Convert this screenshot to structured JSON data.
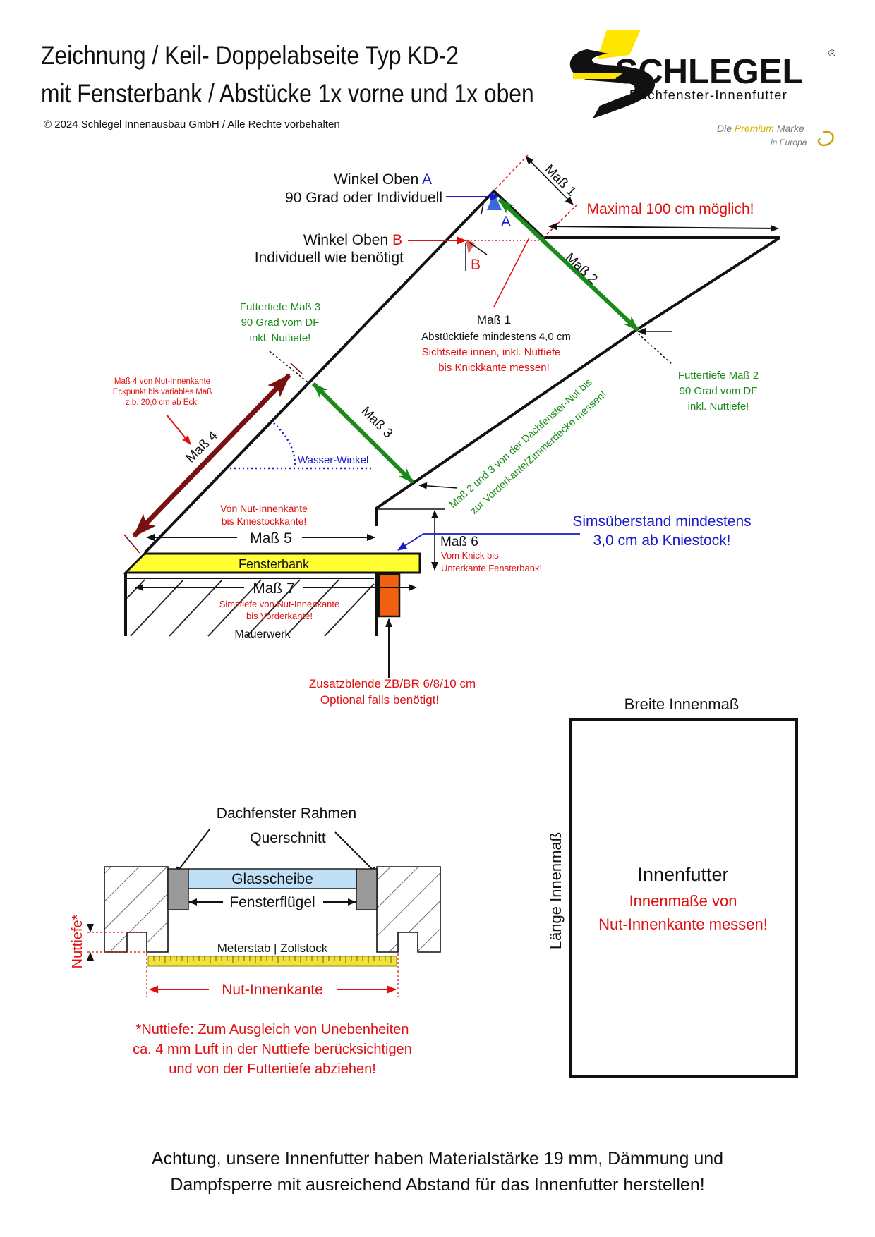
{
  "header": {
    "title_line1": "Zeichnung / Keil- Doppelabseite Typ KD-2",
    "title_line2": "mit Fensterbank / Abstücke 1x vorne und 1x oben",
    "copyright_symbol": "©",
    "copyright": "2024 Schlegel Innenausbau GmbH / Alle Rechte vorbehalten"
  },
  "logo": {
    "brand": "SCHLEGEL",
    "registered": "®",
    "subtitle": "Dachfenster-Innenfutter",
    "tagline_1": "Die",
    "tagline_2": "Premium",
    "tagline_3": "Marke",
    "tagline_4": "in Europa",
    "colors": {
      "yellow": "#FFE600",
      "black": "#111111",
      "gold": "#C9A000"
    }
  },
  "diagram": {
    "winkel_a_title": "Winkel Oben",
    "winkel_a_letter": "A",
    "winkel_a_sub": "90 Grad oder Individuell",
    "winkel_b_title": "Winkel Oben",
    "winkel_b_letter": "B",
    "winkel_b_sub": "Individuell wie benötigt",
    "mass1": "Maß 1",
    "mass2": "Maß 2",
    "mass3": "Maß 3",
    "mass4": "Maß 4",
    "mass5": "Maß 5",
    "mass6": "Maß 6",
    "mass7": "Maß 7",
    "maximal": "Maximal 100 cm möglich!",
    "mass1_note_title": "Maß 1",
    "mass1_note_line1": "Abstücktiefe mindestens 4,0 cm",
    "mass1_note_line2": "Sichtseite innen, inkl. Nuttiefe",
    "mass1_note_line3": "bis Knickkante messen!",
    "futter3_line1": "Futtertiefe Maß 3",
    "futter3_line2": "90 Grad vom DF",
    "futter3_line3": "inkl. Nuttiefe!",
    "futter2_line1": "Futtertiefe Maß 2",
    "futter2_line2": "90 Grad vom DF",
    "futter2_line3": "inkl. Nuttiefe!",
    "mass4_note_line1": "Maß 4 von Nut-Innenkante",
    "mass4_note_line2": "Eckpunkt bis variables Maß",
    "mass4_note_line3": "z.b. 20,0 cm ab Eck!",
    "wasser_winkel": "Wasser-Winkel",
    "diag_note_line1": "Maß 2 und 3 von der Dachfenster-Nut bis",
    "diag_note_line2": "zur Vorderkante/Zimmerdecke messen!",
    "mass5_note_line1": "Von Nut-Innenkante",
    "mass5_note_line2": "bis Kniestockkante!",
    "sims_line1": "Simsüberstand mindestens",
    "sims_line2": "3,0 cm ab Kniestock!",
    "mass6_note_line1": "Vom Knick bis",
    "mass6_note_line2": "Unterkante Fensterbank!",
    "fensterbank": "Fensterbank",
    "mass7_note_line1": "Simstiefe von Nut-Innenkante",
    "mass7_note_line2": "bis Vorderkante!",
    "mauerwerk": "Mauerwerk",
    "zusatz_line1": "Zusatzblende ZB/BR 6/8/10 cm",
    "zusatz_line2": "Optional falls benötigt!",
    "colors": {
      "green": "#1a8a1a",
      "darkred": "#7a1010",
      "red": "#e01010",
      "blue": "#1a1acc",
      "yellow": "#ffff33",
      "orange": "#f06010"
    }
  },
  "crosssection": {
    "title_line1": "Dachfenster Rahmen",
    "title_line2": "Querschnitt",
    "glass": "Glasscheibe",
    "fluegel": "Fensterflügel",
    "nuttiefe": "Nuttiefe*",
    "meterstab": "Meterstab | Zollstock",
    "nut_innenkante": "Nut-Innenkante",
    "note_line1": "*Nuttiefe: Zum Ausgleich von Unebenheiten",
    "note_line2": "ca. 4 mm Luft in der Nuttiefe berücksichtigen",
    "note_line3": "und von der Futtertiefe abziehen!"
  },
  "innenfutter_box": {
    "breite": "Breite Innenmaß",
    "laenge": "Länge Innenmaß",
    "title": "Innenfutter",
    "note_line1": "Innenmaße von",
    "note_line2": "Nut-Innenkante messen!"
  },
  "footer": {
    "line1": "Achtung, unsere Innenfutter haben Materialstärke 19 mm, Dämmung und",
    "line2": "Dampfsperre mit ausreichend Abstand für das Innenfutter herstellen!"
  }
}
